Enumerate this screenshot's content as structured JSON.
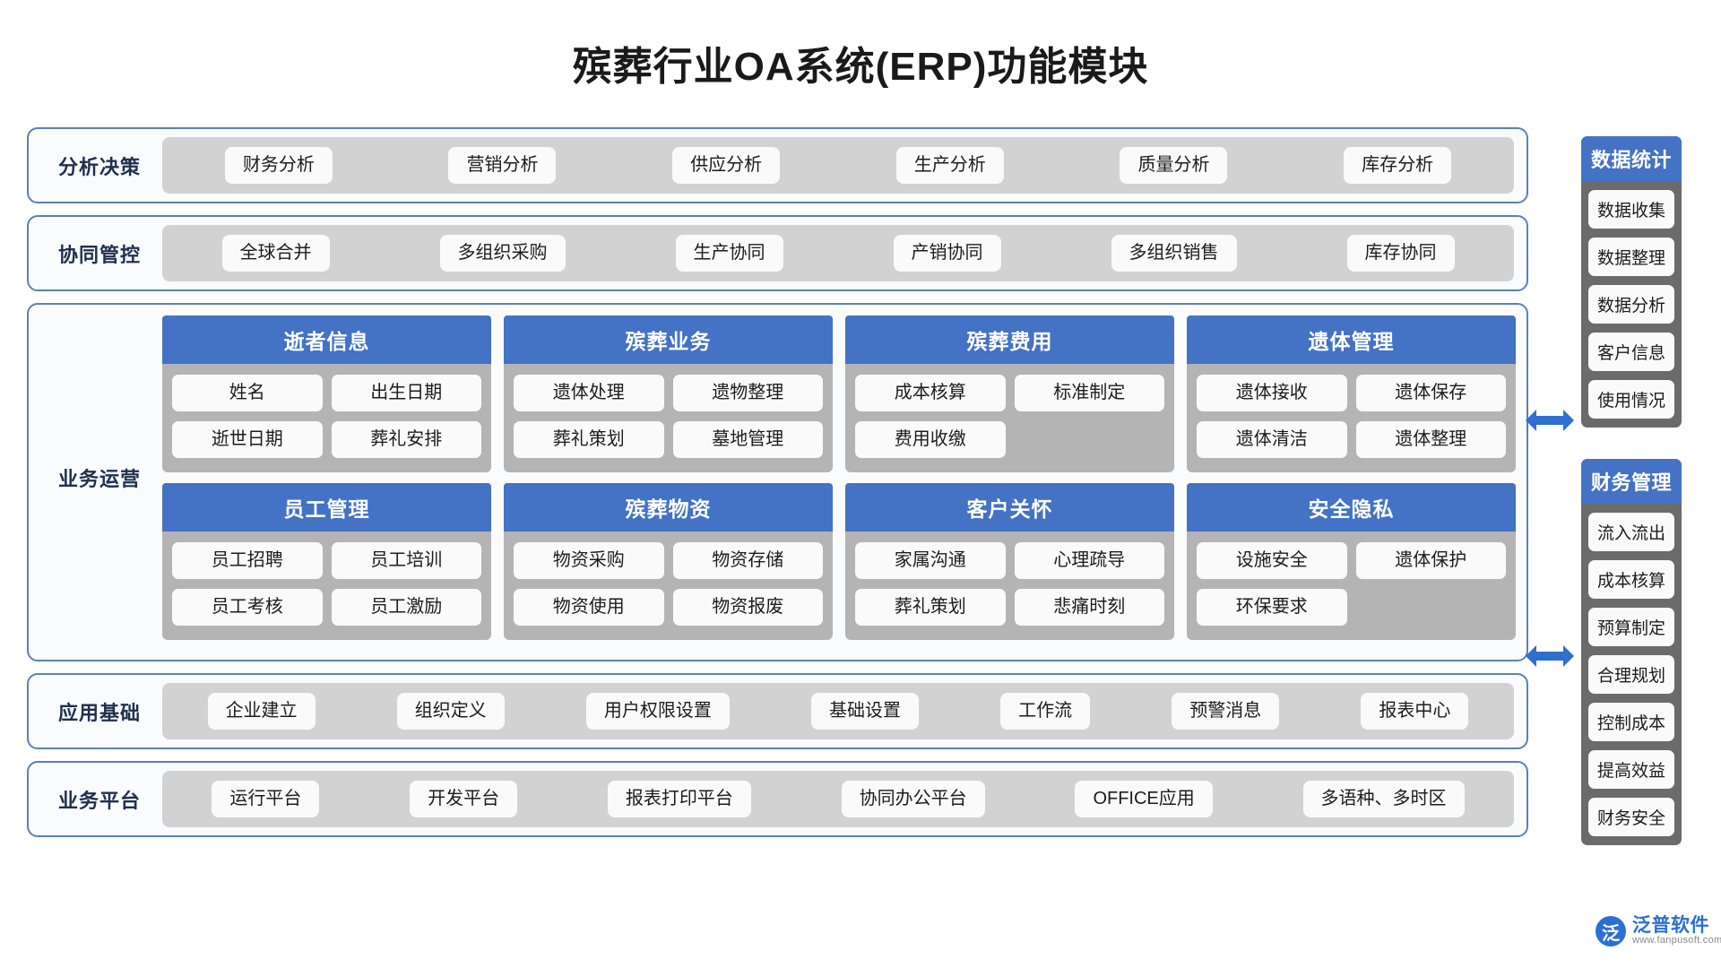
{
  "title": "殡葬行业OA系统(ERP)功能模块",
  "bands": [
    {
      "label": "分析决策",
      "items": [
        "财务分析",
        "营销分析",
        "供应分析",
        "生产分析",
        "质量分析",
        "库存分析"
      ]
    },
    {
      "label": "协同管控",
      "items": [
        "全球合并",
        "多组织采购",
        "生产协同",
        "产销协同",
        "多组织销售",
        "库存协同"
      ]
    }
  ],
  "operations": {
    "label": "业务运营",
    "cards": [
      {
        "title": "逝者信息",
        "items": [
          "姓名",
          "出生日期",
          "逝世日期",
          "葬礼安排"
        ]
      },
      {
        "title": "殡葬业务",
        "items": [
          "遗体处理",
          "遗物整理",
          "葬礼策划",
          "墓地管理"
        ]
      },
      {
        "title": "殡葬费用",
        "items": [
          "成本核算",
          "标准制定",
          "费用收缴"
        ]
      },
      {
        "title": "遗体管理",
        "items": [
          "遗体接收",
          "遗体保存",
          "遗体清洁",
          "遗体整理"
        ]
      },
      {
        "title": "员工管理",
        "items": [
          "员工招聘",
          "员工培训",
          "员工考核",
          "员工激励"
        ]
      },
      {
        "title": "殡葬物资",
        "items": [
          "物资采购",
          "物资存储",
          "物资使用",
          "物资报废"
        ]
      },
      {
        "title": "客户关怀",
        "items": [
          "家属沟通",
          "心理疏导",
          "葬礼策划",
          "悲痛时刻"
        ]
      },
      {
        "title": "安全隐私",
        "items": [
          "设施安全",
          "遗体保护",
          "环保要求"
        ]
      }
    ]
  },
  "footer_bands": [
    {
      "label": "应用基础",
      "items": [
        "企业建立",
        "组织定义",
        "用户权限设置",
        "基础设置",
        "工作流",
        "预警消息",
        "报表中心"
      ]
    },
    {
      "label": "业务平台",
      "items": [
        "运行平台",
        "开发平台",
        "报表打印平台",
        "协同办公平台",
        "OFFICE应用",
        "多语种、多时区"
      ]
    }
  ],
  "sidebars": [
    {
      "title": "数据统计",
      "items": [
        "数据收集",
        "数据整理",
        "数据分析",
        "客户信息",
        "使用情况"
      ]
    },
    {
      "title": "财务管理",
      "items": [
        "流入流出",
        "成本核算",
        "预算制定",
        "合理规划",
        "控制成本",
        "提高效益",
        "财务安全"
      ]
    }
  ],
  "logo": {
    "mark": "泛",
    "name": "泛普软件",
    "url": "www.fanpusoft.com"
  },
  "colors": {
    "accent_blue": "#4472c4",
    "band_border": "#5b7fbe",
    "band_bg": "#fafbfc",
    "inner_gray": "#d2d2d2",
    "card_gray": "#b4b4b4",
    "sidebar_gray": "#6b6b6b",
    "chip_bg": "#fafafa",
    "label_color": "#20304f"
  }
}
